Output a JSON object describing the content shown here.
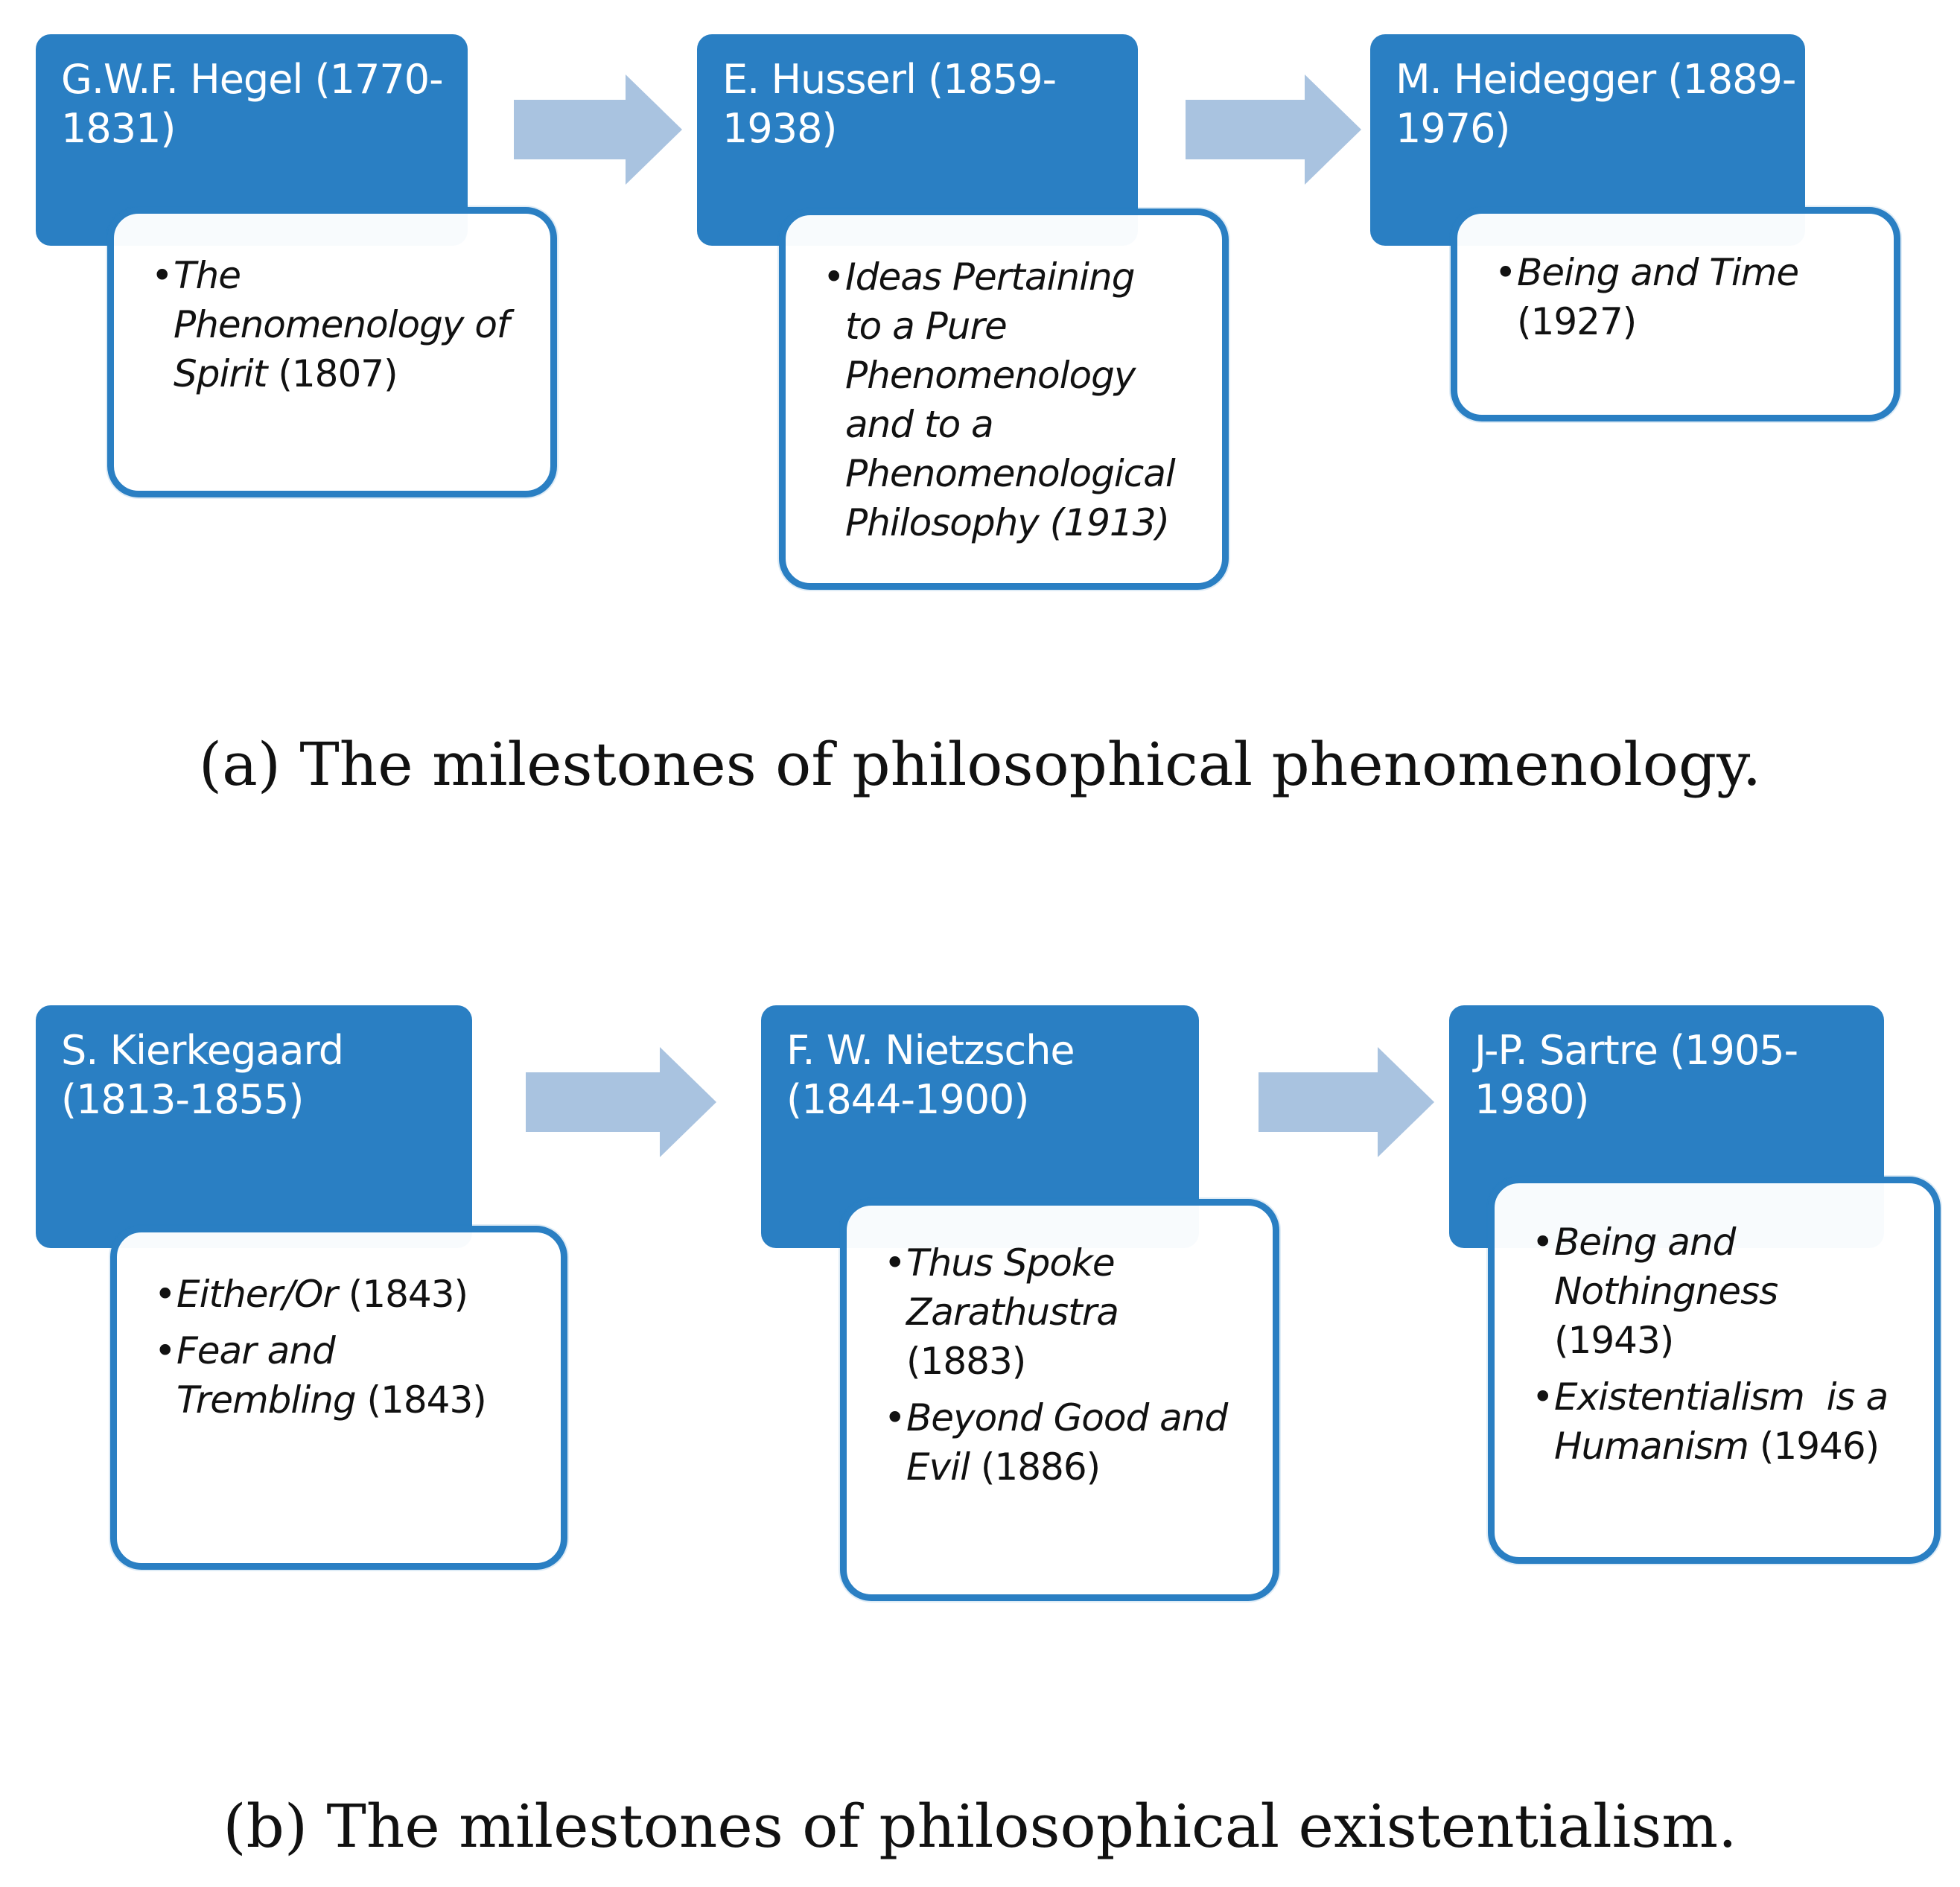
{
  "diagram_a": {
    "caption": "(a) The milestones of philosophical phenomenology.",
    "nodes": [
      {
        "name_line1": "G.W.F. Hegel (1770-",
        "name_line2": "1831)",
        "works": [
          {
            "title_l1": "The",
            "title_l2": "Phenomenology of",
            "title_l3": "Spirit",
            "year": "(1807)"
          }
        ]
      },
      {
        "name_line1": "E. Husserl (1859-",
        "name_line2": "1938)",
        "works": [
          {
            "title_l1": "Ideas Pertaining",
            "title_l2": "to a Pure",
            "title_l3": "Phenomenology",
            "title_l4": "and to a",
            "title_l5": "Phenomenological",
            "title_l6": "Philosophy (1913)"
          }
        ]
      },
      {
        "name_line1": "M. Heidegger (1889-",
        "name_line2": "1976)",
        "works": [
          {
            "title_l1": "Being and Time",
            "year": "(1927)"
          }
        ]
      }
    ]
  },
  "diagram_b": {
    "caption": "(b) The milestones of philosophical existentialism.",
    "nodes": [
      {
        "name_line1": "S. Kierkegaard",
        "name_line2": "(1813-1855)",
        "works": [
          {
            "title_l1": "Either/Or",
            "year": "(1843)"
          },
          {
            "title_l1": "Fear and",
            "title_l2": "Trembling",
            "year": "(1843)"
          }
        ]
      },
      {
        "name_line1": "F. W. Nietzsche",
        "name_line2": "(1844-1900)",
        "works": [
          {
            "title_l1": "Thus Spoke",
            "title_l2": "Zarathustra",
            "year": "(1883)"
          },
          {
            "title_l1": "Beyond Good and",
            "title_l2": "Evil",
            "year": "(1886)"
          }
        ]
      },
      {
        "name_line1": "J-P. Sartre (1905-",
        "name_line2": "1980)",
        "works": [
          {
            "title_l1": "Being and",
            "title_l2": "Nothingness",
            "year": "(1943)"
          },
          {
            "title_l1": "Existentialism  is a",
            "title_l2": "Humanism",
            "year": "(1946)"
          }
        ]
      }
    ]
  },
  "colors": {
    "header": "#2a7fc3",
    "arrow": "#a9c3e0",
    "border": "#2a7fc3"
  }
}
